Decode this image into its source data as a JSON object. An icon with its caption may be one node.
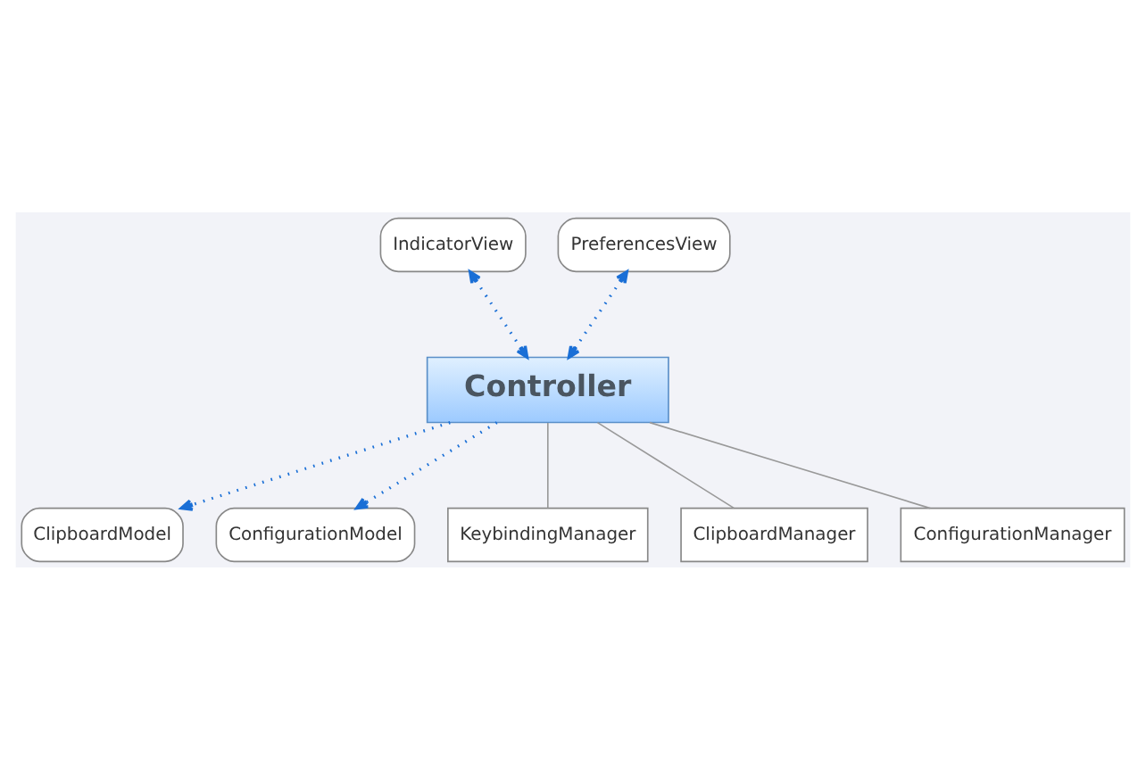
{
  "diagram": {
    "nodes": [
      {
        "text": [
          "IndicatorView"
        ]
      },
      {
        "text": [
          "PreferencesView"
        ]
      },
      {
        "text": [
          "Controller"
        ]
      },
      {
        "text": [
          "ClipboardModel"
        ]
      },
      {
        "text": [
          "ConfigurationModel"
        ]
      },
      {
        "text": [
          "KeybindingManager"
        ]
      },
      {
        "text": [
          "ClipboardManager"
        ]
      },
      {
        "text": [
          "ConfigurationManager"
        ]
      }
    ],
    "edges": [
      {
        "from": 0,
        "to": 2,
        "arrow": "both",
        "style": "dashed"
      },
      {
        "from": 1,
        "to": 2,
        "arrow": "both",
        "style": "dashed"
      },
      {
        "from": 2,
        "to": 3,
        "arrow": "to",
        "style": "dashed"
      },
      {
        "from": 2,
        "to": 4,
        "arrow": "to",
        "style": "dashed"
      },
      {
        "from": 2,
        "to": 5,
        "arrow": "none",
        "color": "#999999"
      },
      {
        "from": 2,
        "to": 6,
        "arrow": "none",
        "color": "#999999"
      },
      {
        "from": 2,
        "to": 7,
        "arrow": "none",
        "color": "#999999"
      }
    ]
  }
}
